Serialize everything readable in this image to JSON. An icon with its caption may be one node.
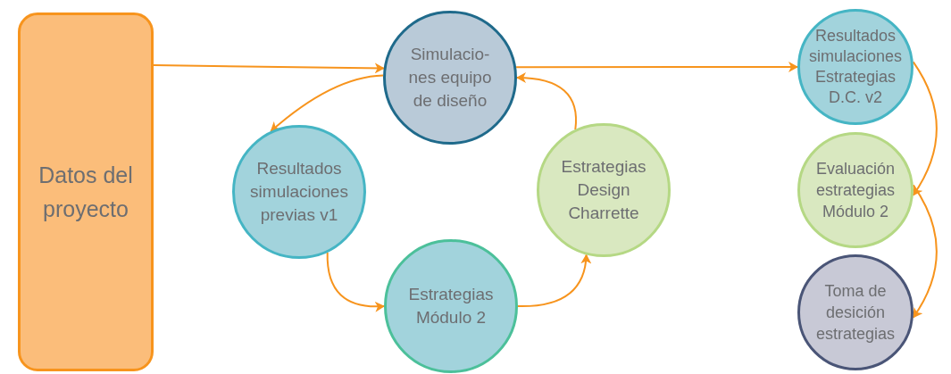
{
  "diagram": {
    "nodes": [
      {
        "text": [
          "Datos del proyecto"
        ]
      },
      {
        "text": [
          "Simulacio- nes equipo de diseño"
        ]
      },
      {
        "text": [
          "Resultados simulaciones previas v1"
        ]
      },
      {
        "text": [
          "Estrategias Módulo 2"
        ]
      },
      {
        "text": [
          "Estrategias Design Charrette"
        ]
      },
      {
        "text": [
          "Resultados simulaciones Estrategias D.C. v2"
        ]
      },
      {
        "text": [
          "Evaluación estrategias Módulo 2"
        ]
      },
      {
        "text": [
          "Toma de desición estrategias"
        ]
      }
    ],
    "edges": [
      {
        "from": 0,
        "to": 1,
        "arrow": "to"
      },
      {
        "from": 1,
        "to": 2,
        "arrow": "to"
      },
      {
        "from": 2,
        "to": 3,
        "arrow": "to"
      },
      {
        "from": 3,
        "to": 4,
        "arrow": "to"
      },
      {
        "from": 4,
        "to": 1,
        "arrow": "to"
      },
      {
        "from": 1,
        "to": 5,
        "arrow": "to"
      },
      {
        "from": 5,
        "to": 6,
        "arrow": "to"
      },
      {
        "from": 6,
        "to": 7,
        "arrow": "to"
      }
    ]
  }
}
